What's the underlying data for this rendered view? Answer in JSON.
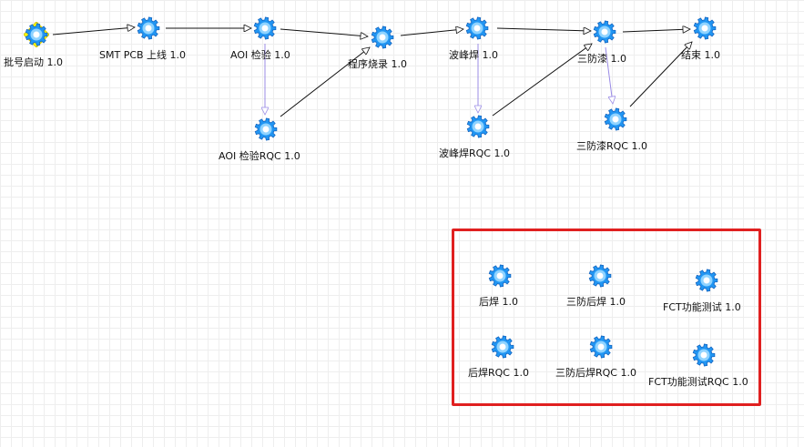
{
  "colors": {
    "gear": "#2196f3",
    "gear_light": "#8fd3ff",
    "start_diamond": "#ffff00",
    "edge_black": "#111111",
    "edge_purple": "#9b8ce6",
    "highlight": "#e02020"
  },
  "nodes": {
    "start": {
      "label": "批号启动 1.0",
      "icon": "gear-icon"
    },
    "smt": {
      "label": "SMT PCB 上线 1.0",
      "icon": "gear-icon"
    },
    "aoi": {
      "label": "AOI 检验 1.0",
      "icon": "gear-icon"
    },
    "burn": {
      "label": "程序烧录 1.0",
      "icon": "gear-icon"
    },
    "wave": {
      "label": "波峰焊 1.0",
      "icon": "gear-icon"
    },
    "coat": {
      "label": "三防漆 1.0",
      "icon": "gear-icon"
    },
    "end": {
      "label": "结束 1.0",
      "icon": "gear-icon"
    },
    "aoi_rqc": {
      "label": "AOI 检验RQC 1.0",
      "icon": "gear-icon"
    },
    "wave_rqc": {
      "label": "波峰焊RQC 1.0",
      "icon": "gear-icon"
    },
    "coat_rqc": {
      "label": "三防漆RQC 1.0",
      "icon": "gear-icon"
    },
    "post_weld": {
      "label": "后焊 1.0",
      "icon": "gear-icon"
    },
    "coat_post_weld": {
      "label": "三防后焊 1.0",
      "icon": "gear-icon"
    },
    "fct": {
      "label": "FCT功能测试 1.0",
      "icon": "gear-icon"
    },
    "post_weld_rqc": {
      "label": "后焊RQC 1.0",
      "icon": "gear-icon"
    },
    "coat_post_weld_rqc": {
      "label": "三防后焊RQC 1.0",
      "icon": "gear-icon"
    },
    "fct_rqc": {
      "label": "FCT功能测试RQC 1.0",
      "icon": "gear-icon"
    }
  }
}
